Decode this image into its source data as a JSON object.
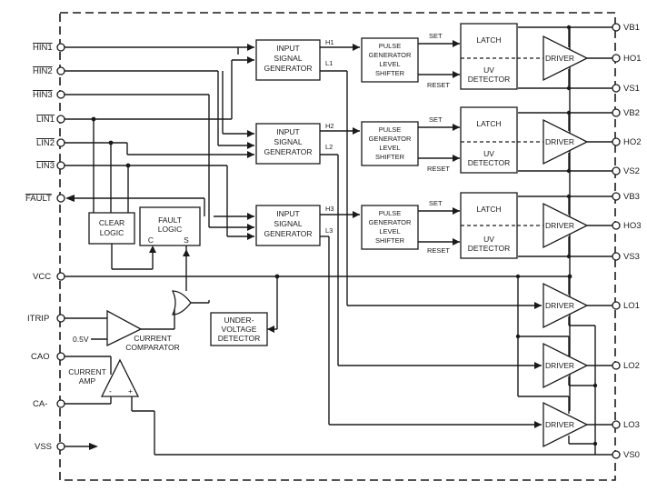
{
  "pins_left": [
    "HIN1",
    "HIN2",
    "HIN3",
    "LIN1",
    "LIN2",
    "LIN3",
    "FAULT",
    "VCC",
    "ITRIP",
    "CAO",
    "CA-",
    "VSS"
  ],
  "pins_right": [
    "VB1",
    "HO1",
    "VS1",
    "VB2",
    "HO2",
    "VS2",
    "VB3",
    "HO3",
    "VS3",
    "LO1",
    "LO2",
    "LO3",
    "VS0"
  ],
  "blocks": {
    "input_generator": [
      "INPUT",
      "SIGNAL",
      "GENERATOR"
    ],
    "pulse_shifter": [
      "PULSE",
      "GENERATOR",
      "LEVEL",
      "SHIFTER"
    ],
    "latch": "LATCH",
    "uv_detector": [
      "UV",
      "DETECTOR"
    ],
    "driver": "DRIVER",
    "clear_logic": [
      "CLEAR",
      "LOGIC"
    ],
    "fault_logic": [
      "FAULT",
      "LOGIC"
    ],
    "fault_logic_c": "C",
    "fault_logic_s": "S",
    "undervoltage": [
      "UNDER-",
      "VOLTAGE",
      "DETECTOR"
    ],
    "current_comparator": [
      "CURRENT",
      "COMPARATOR"
    ],
    "current_amp": [
      "CURRENT",
      "AMP"
    ]
  },
  "signals": {
    "h": [
      "H1",
      "H2",
      "H3"
    ],
    "l": [
      "L1",
      "L2",
      "L3"
    ],
    "set": "SET",
    "reset": "RESET",
    "ref": "0.5V",
    "minus": "-",
    "plus": "+"
  }
}
